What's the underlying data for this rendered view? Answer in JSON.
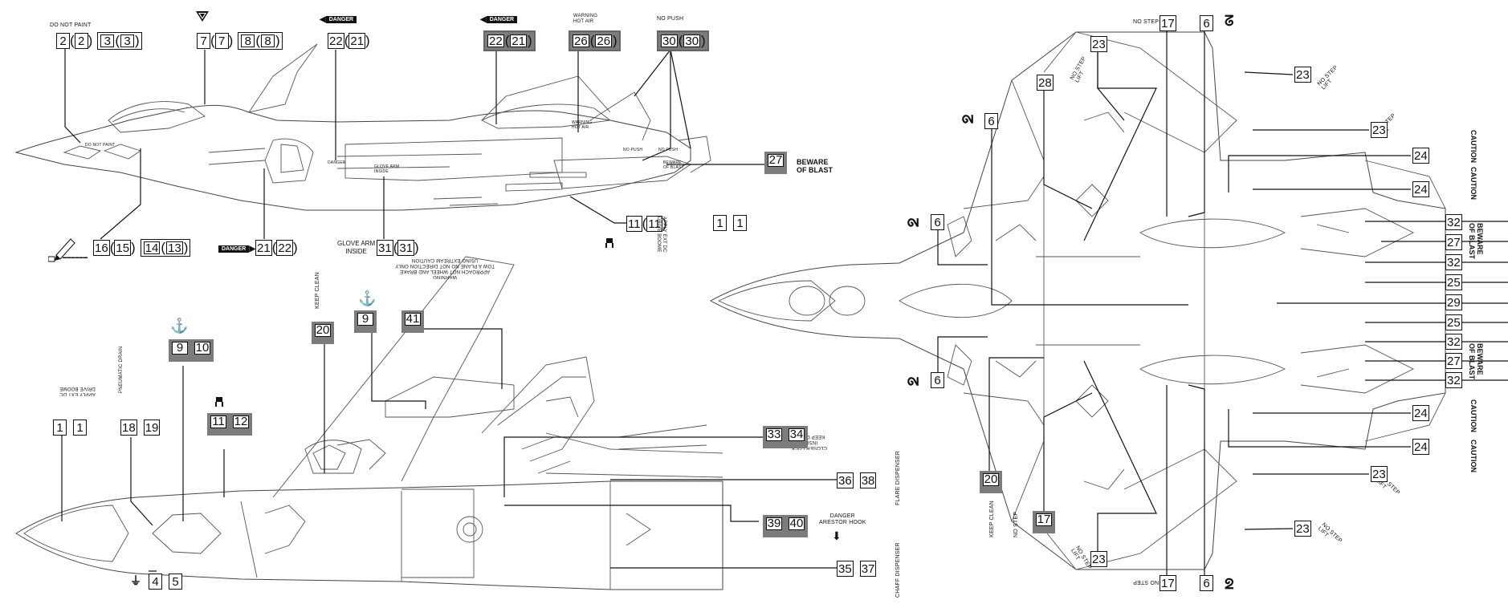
{
  "side_view": {
    "caption_do_not_paint": "DO NOT PAINT",
    "danger_flag": "DANGER",
    "warning_hot_air": "WARNING\nHOT AIR",
    "no_push": "NO PUSH",
    "beware_of_blast": "BEWARE\nOF BLAST",
    "glove_arm_inside": "GLOVE ARM\nINSIDE",
    "callouts": {
      "c2": [
        "2",
        "2"
      ],
      "c3": [
        "3",
        "3"
      ],
      "c7": [
        "7",
        "7"
      ],
      "c8": [
        "8",
        "8"
      ],
      "c22a": [
        "22",
        "21"
      ],
      "c22b": [
        "22",
        "21"
      ],
      "c26": [
        "26",
        "26"
      ],
      "c30": [
        "30",
        "30"
      ],
      "c27": "27",
      "c11": [
        "11",
        "11"
      ],
      "c31": [
        "31",
        "31"
      ],
      "c21": [
        "21",
        "22"
      ],
      "c16": [
        "16",
        "15"
      ],
      "c14": [
        "14",
        "13"
      ]
    },
    "on_plane_text": {
      "do_not_paint": "DO NOT PAINT",
      "danger": "DANGER",
      "glove_arm": "GLOVE ARM\nINSIDE",
      "no_push": "NO PUSH",
      "beware": "BEWARE\nOF BLAST",
      "hot_air": "WARNING\nHOT AIR"
    }
  },
  "bottom_view": {
    "keep_clean": "KEEP CLEAN",
    "pneumatic_drain": "PNEUMATIC DRAIN",
    "flare_dispenser": "FLARE DISPENSER",
    "chaff_dispenser": "CHAFF DISPENSER",
    "closer_lock_inside_keep_clean": "CLOSER LOCK\nINSIDE\nKEEP CLEAN",
    "danger_arestor_hook": "DANGER\nARESTOR HOOK",
    "warning_text": "WARNING\nAPPROACH NOT WHEEL AND BRAKE\nTOW A PLANE NO NOT DIRECTION ONLY\nUSING EXTREAM CAUTION",
    "apply_text": "APPLY EXT DC\nDRIVE BOOME",
    "callouts": {
      "c1": [
        "1",
        "1"
      ],
      "c18": [
        "18",
        "19"
      ],
      "c9": [
        "9",
        "10"
      ],
      "c11": [
        "11",
        "12"
      ],
      "c20": "20",
      "c9b": "9",
      "c41": "41",
      "c33": [
        "33",
        "34"
      ],
      "c36": [
        "36",
        "38"
      ],
      "c39": [
        "39",
        "40"
      ],
      "c35": [
        "35",
        "37"
      ],
      "c4": [
        "4",
        "5"
      ]
    }
  },
  "top_view": {
    "no_step": "NO STEP",
    "caution": "CAUTION",
    "beware_of_blast": "BEWARE\nOF BLAST",
    "no_step_lift": "NO STEP\nLIFT",
    "keep_clean": "KEEP CLEAN",
    "apply_text": "APPLY EXT DC\nDRIVE BOOME",
    "callouts": {
      "c17a": "17",
      "c6a": "6",
      "c23a": "23",
      "c23b": "23",
      "c23c": "23",
      "c28": "28",
      "c6b": "6",
      "c24a": "24",
      "c24b": "24",
      "c6c": "6",
      "c32a": "32",
      "c27a": "27",
      "c32b": "32",
      "c25a": "25",
      "c29": "29",
      "c1": [
        "1",
        "1"
      ],
      "c25b": "25",
      "c32c": "32",
      "c27b": "27",
      "c32d": "32",
      "c6d": "6",
      "c24c": "24",
      "c24d": "24",
      "c23d": "23",
      "c20": "20",
      "c17b": "17",
      "c23e": "23",
      "c23f": "23",
      "c17c": "17",
      "c6e": "6"
    }
  }
}
